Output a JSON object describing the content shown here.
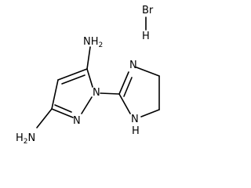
{
  "molecule": {
    "salt": {
      "br": "Br",
      "h": "H"
    },
    "labels": {
      "amine_top": {
        "main": "NH",
        "sub": "2",
        "prefix": ""
      },
      "amine_bottom": {
        "main": "N",
        "prefix": "H",
        "sub": "2",
        "tail": ""
      },
      "n1": "N",
      "n2": "N",
      "n_imine": "N",
      "nh_ring": {
        "n": "N",
        "h": "H"
      }
    }
  },
  "colors": {
    "ink": "#000000",
    "background": "#ffffff"
  }
}
